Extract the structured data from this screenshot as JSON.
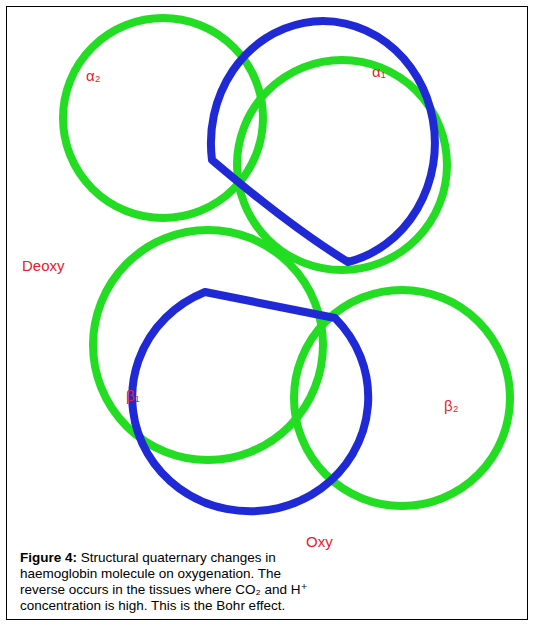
{
  "diagram": {
    "caption": "Figure 4: Structural quaternary changes in haemoglobin molecule on oxygenation. The reverse occurs in the tissues where CO₂ and H⁺ concentration is high. This is the Bohr effect.",
    "labels": [
      "α₂",
      "α₁",
      "Deoxy",
      "β₁",
      "β₂",
      "Oxy"
    ]
  }
}
